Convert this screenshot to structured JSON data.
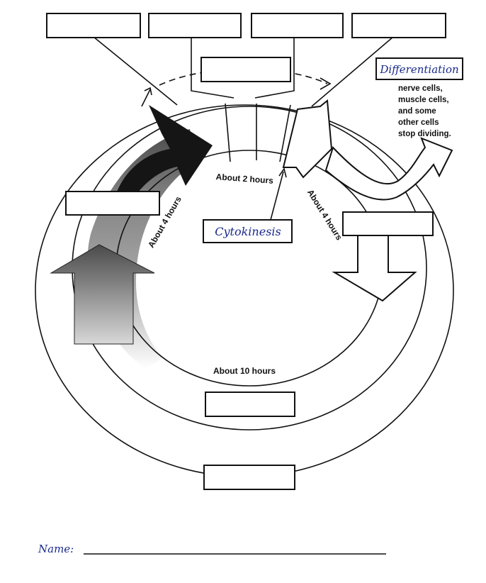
{
  "diagram": {
    "handwritten_labels": {
      "differentiation": "Differentiation",
      "cytokinesis": "Cytokinesis"
    },
    "note_lines": [
      "nerve cells,",
      "muscle cells,",
      "and some",
      "other cells",
      "stop dividing."
    ],
    "durations": {
      "top": "About 2 hours",
      "left": "About 4 hours",
      "right": "About 4 hours",
      "bottom": "About 10 hours"
    },
    "footer": {
      "name_label": "Name:"
    }
  }
}
